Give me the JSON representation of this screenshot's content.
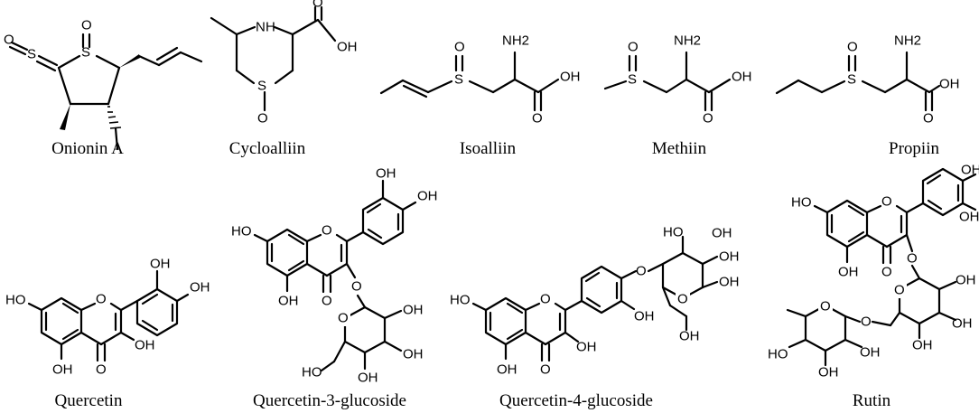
{
  "compounds": [
    {
      "name": "Onionin A"
    },
    {
      "name": "Cycloalliin"
    },
    {
      "name": "Isoalliin"
    },
    {
      "name": "Methiin"
    },
    {
      "name": "Propiin"
    },
    {
      "name": "Quercetin"
    },
    {
      "name": "Quercetin-3-glucoside"
    },
    {
      "name": "Quercetin-4-glucoside"
    },
    {
      "name": "Rutin"
    }
  ],
  "atoms": {
    "O": "O",
    "S": "S",
    "N": "N",
    "H": "H",
    "OH": "OH",
    "HO": "HO",
    "NH2": "NH2"
  }
}
